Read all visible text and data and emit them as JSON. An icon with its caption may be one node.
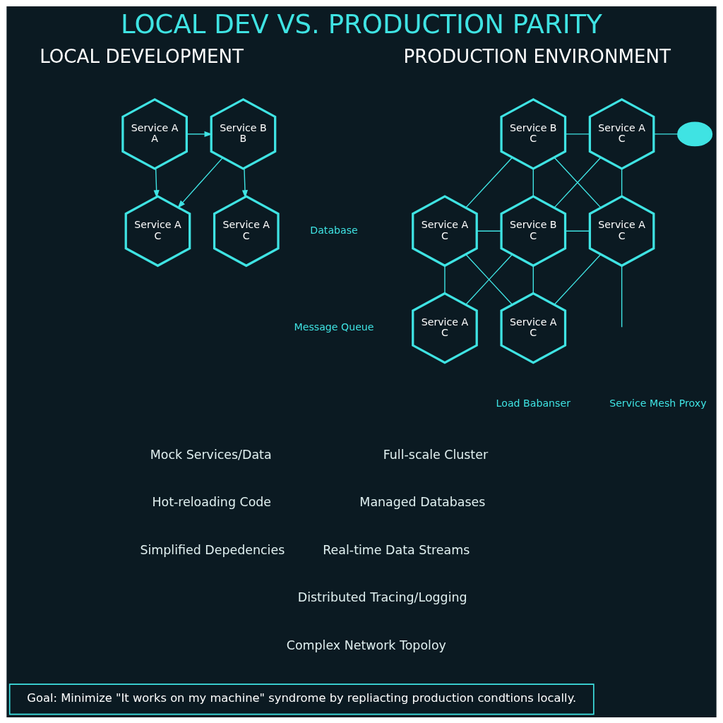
{
  "diagram": {
    "title": "LOCAL DEV VS. PRODUCTION PARITY",
    "nodes": [
      {
        "text": [
          "Service A",
          "A"
        ]
      },
      {
        "text": [
          "Service B",
          "B"
        ]
      },
      {
        "text": [
          "Service A",
          "C"
        ]
      },
      {
        "text": [
          "Service A",
          "C"
        ]
      },
      {
        "text": [
          "Service B",
          "C"
        ]
      },
      {
        "text": [
          "Service A",
          "C"
        ]
      },
      {
        "text": [],
        "shape": "cloud"
      },
      {
        "text": [
          "Service A",
          "C"
        ]
      },
      {
        "text": [
          "Service B",
          "C"
        ]
      },
      {
        "text": [
          "Service A",
          "C"
        ]
      },
      {
        "text": [
          "Service A",
          "C"
        ]
      },
      {
        "text": [
          "Service A",
          "C"
        ]
      },
      {
        "text": [
          "Goal: Minimize \"It works on my machine\" syndrome by repliacting production condtions locally."
        ]
      }
    ],
    "edges": [
      {
        "from": 0,
        "to": 1,
        "arrow": "to"
      },
      {
        "from": 0,
        "to": 2,
        "arrow": "to"
      },
      {
        "from": 1,
        "to": 2,
        "arrow": "to"
      },
      {
        "from": 1,
        "to": 3,
        "arrow": "to"
      },
      {
        "from": 4,
        "to": 5,
        "arrow": "none"
      },
      {
        "from": 4,
        "to": 7,
        "arrow": "none"
      },
      {
        "from": 4,
        "to": 8,
        "arrow": "none"
      },
      {
        "from": 4,
        "to": 9,
        "arrow": "none"
      },
      {
        "from": 5,
        "to": 8,
        "arrow": "none"
      },
      {
        "from": 5,
        "to": 9,
        "arrow": "none"
      },
      {
        "from": 5,
        "to": 6,
        "arrow": "none"
      },
      {
        "from": 7,
        "to": 8,
        "arrow": "none"
      },
      {
        "from": 7,
        "to": 10,
        "arrow": "none"
      },
      {
        "from": 7,
        "to": 11,
        "arrow": "none"
      },
      {
        "from": 8,
        "to": 9,
        "arrow": "none"
      },
      {
        "from": 8,
        "to": 10,
        "arrow": "none"
      },
      {
        "from": 8,
        "to": 11,
        "arrow": "none"
      },
      {
        "from": 9,
        "to": 11,
        "arrow": "none"
      },
      {
        "from": 9,
        "to": null,
        "arrow": "none"
      }
    ],
    "labels": [
      "LOCAL DEVELOPMENT",
      "PRODUCTION ENVIRONMENT",
      "Database",
      "Message Queue",
      "Load Babanser",
      "Service Mesh Proxy",
      "Mock Services/Data",
      "Hot-reloading Code",
      "Simplified Depedencies",
      "Full-scale Cluster",
      "Managed Databases",
      "Real-time Data Streams",
      "Distributed Tracing/Logging",
      "Complex Network Topoloy"
    ]
  }
}
